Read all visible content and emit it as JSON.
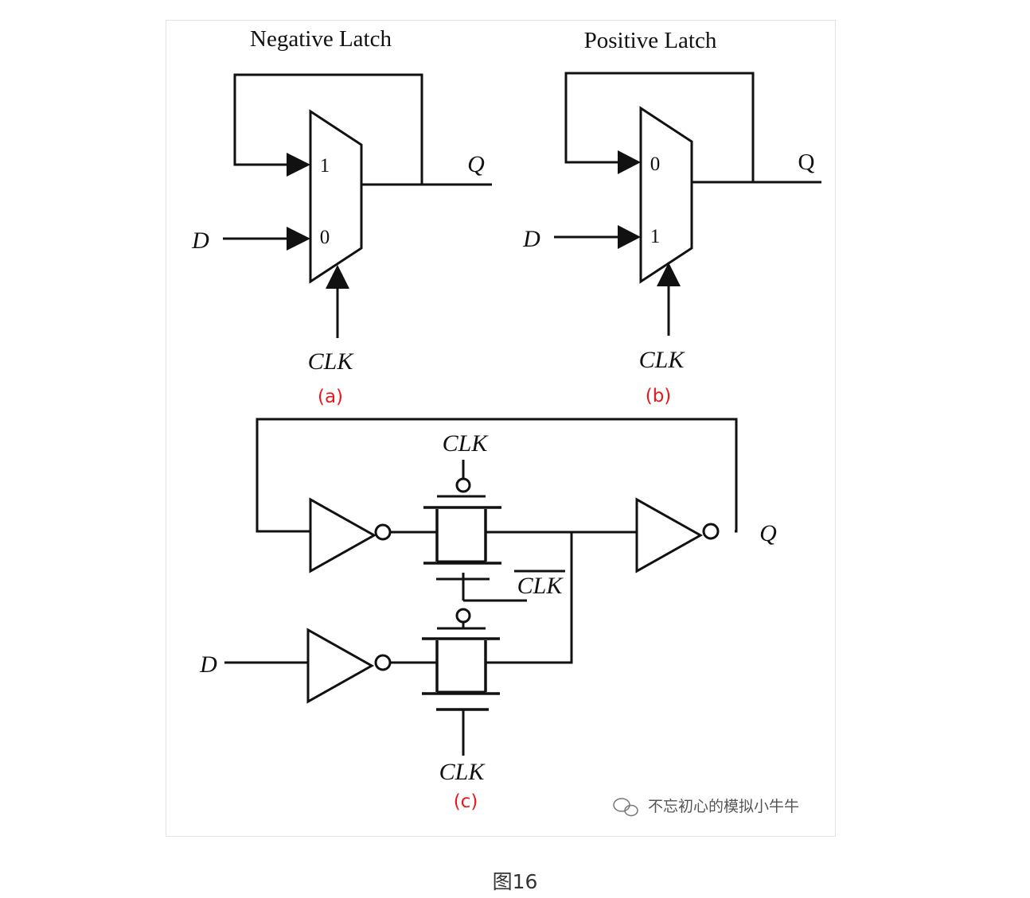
{
  "figure": {
    "caption": "图16",
    "watermark": "不忘初心的模拟小牛牛",
    "colors": {
      "line": "#111111",
      "sublabel": "#e8191c",
      "watermark": "#555555"
    }
  },
  "panel_a": {
    "title": "Negative Latch",
    "input_1": "1",
    "input_0": "0",
    "d_label": "D",
    "q_label": "Q",
    "clk_label": "CLK",
    "sublabel": "(a)"
  },
  "panel_b": {
    "title": "Positive Latch",
    "input_0": "0",
    "input_1": "1",
    "d_label": "D",
    "q_label": "Q",
    "clk_label": "CLK",
    "sublabel": "(b)"
  },
  "panel_c": {
    "clk_top": "CLK",
    "clk_bar": "CLK",
    "clk_bottom": "CLK",
    "d_label": "D",
    "q_label": "Q",
    "sublabel": "(c)"
  }
}
